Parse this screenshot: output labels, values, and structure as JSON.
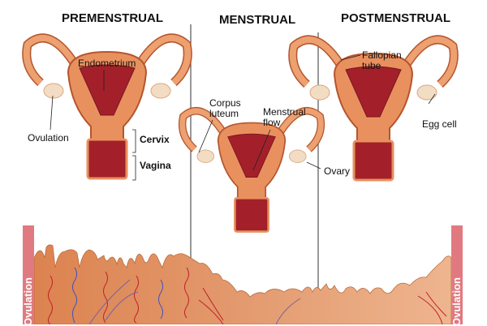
{
  "phases": {
    "premenstrual": "PREMENSTRUAL",
    "menstrual": "MENSTRUAL",
    "postmenstrual": "POSTMENSTRUAL"
  },
  "labels": {
    "endometrium": "Endometrium",
    "ovulation": "Ovulation",
    "cervix": "Cervix",
    "vagina": "Vagina",
    "corpus_luteum": "Corpus luteum",
    "menstrual_flow": "Menstrual flow",
    "ovary": "Ovary",
    "fallopian_tube": "Fallopian tube",
    "egg_cell": "Egg cell"
  },
  "side_bars": {
    "left": "Ovulation",
    "right": "Ovulation"
  },
  "colors": {
    "tissue": "#e8915f",
    "blood": "#a3202a",
    "ovulation_bar": "#e07a80"
  }
}
